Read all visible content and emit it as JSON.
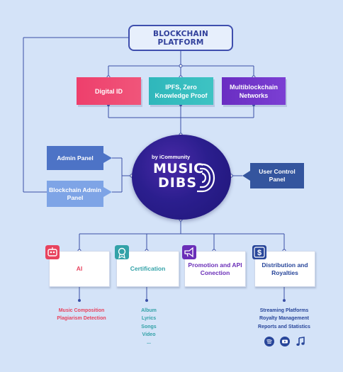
{
  "title": "BLOCKCHAIN PLATFORM",
  "top_boxes": [
    {
      "label": "Digital ID"
    },
    {
      "label": "IPFS, Zero Knowledge Proof"
    },
    {
      "label": "Multiblockchain Networks"
    }
  ],
  "left_boxes": [
    {
      "label": "Admin Panel"
    },
    {
      "label": "Blockchain Admin Panel"
    }
  ],
  "right_box": {
    "label": "User Control Panel"
  },
  "center": {
    "byline": "by iCommunity",
    "brand_line1": "MUSIC",
    "brand_line2": "DIBS"
  },
  "modules": [
    {
      "label": "AI",
      "icon": "robot-icon"
    },
    {
      "label": "Certification",
      "icon": "certificate-icon"
    },
    {
      "label": "Promotion and API Conection",
      "icon": "megaphone-icon"
    },
    {
      "label": "Distribution and Royalties",
      "icon": "dollar-icon"
    }
  ],
  "ai_items": [
    "Music Composition",
    "Plagiarism Detection"
  ],
  "cert_items": [
    "Album",
    "Lyrics",
    "Songs",
    "Video",
    "..."
  ],
  "dist_items": [
    "Streaming Platforms",
    "Royalty Management",
    "Reports and Statistics"
  ],
  "social_icons": [
    "spotify-icon",
    "youtube-icon",
    "music-note-icon"
  ],
  "colors": {
    "background": "#d4e3f8",
    "title_border": "#3f4fae",
    "digital_id": "#ee3f6c",
    "ipfs": "#2fb7bb",
    "multiblockchain": "#6a2ec2",
    "admin": "#4d73c6",
    "blockchain_admin": "#7ea4e6",
    "user_panel": "#34559e",
    "core": "#2b1e8e"
  }
}
